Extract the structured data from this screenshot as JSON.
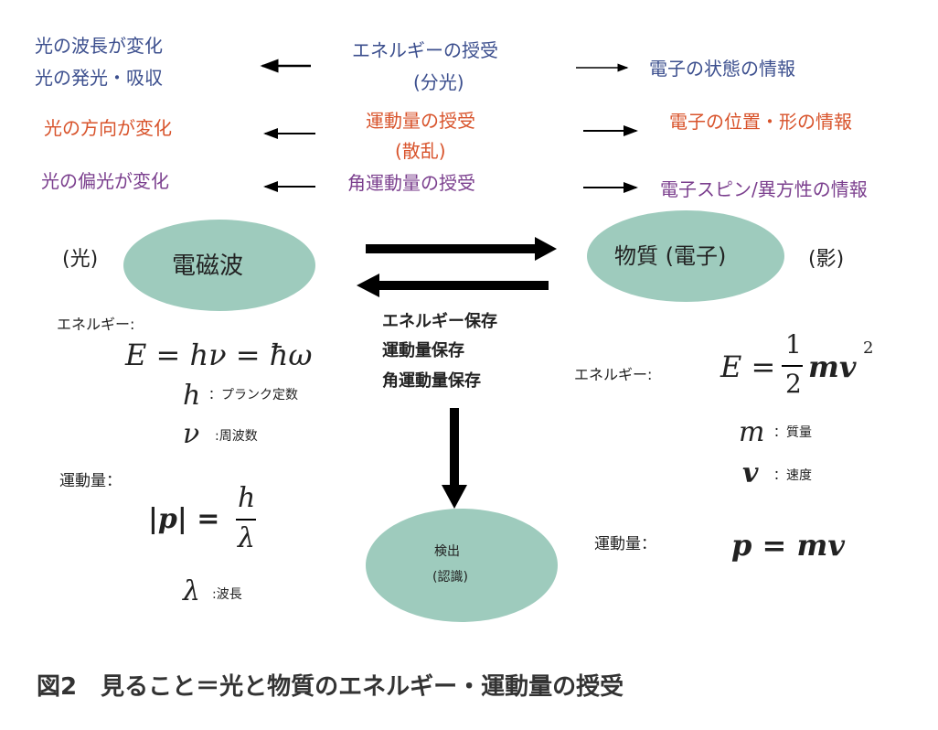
{
  "colors": {
    "energy": "#3c4f8e",
    "momentum": "#d8532b",
    "angular": "#7b3f8e",
    "ellipse": "#9ecbbd"
  },
  "rows": [
    {
      "left": [
        "光の波長が変化",
        "光の発光・吸収"
      ],
      "center": "エネルギーの授受",
      "center_sub": "(分光)",
      "right": "電子の状態の情報"
    },
    {
      "left": [
        "光の方向が変化"
      ],
      "center": "運動量の授受",
      "center_sub": "(散乱)",
      "right": "電子の位置・形の情報"
    },
    {
      "left": [
        "光の偏光が変化"
      ],
      "center": "角運動量の授受",
      "center_sub": "",
      "right": "電子スピン/異方性の情報"
    }
  ],
  "light": {
    "tag": "(光)",
    "label": "電磁波",
    "energy_label": "エネルギー:",
    "energy_formula": "E = hν = ħω",
    "h_symbol": "h",
    "h_desc": "：プランク定数",
    "nu_symbol": "ν",
    "nu_desc": ":周波数",
    "momentum_label": "運動量：",
    "p_lhs": "|p| =",
    "p_num": "h",
    "p_den": "λ",
    "lambda_symbol": "λ",
    "lambda_desc": ":波長"
  },
  "matter": {
    "label": "物質 (電子)",
    "tag": "(影)",
    "energy_label": "エネルギー:",
    "e_lhs": "E =",
    "e_num": "1",
    "e_den": "2",
    "e_rhs": "mv",
    "e_exp": "2",
    "m_symbol": "m",
    "m_desc": "：質量",
    "v_symbol": "v",
    "v_desc": "：速度",
    "momentum_label": "運動量：",
    "p_formula": "p = mv"
  },
  "conservation": [
    "エネルギー保存",
    "運動量保存",
    "角運動量保存"
  ],
  "detection": {
    "line1": "検出",
    "line2": "(認識)"
  },
  "caption": "図2　見ること＝光と物質のエネルギー・運動量の授受"
}
